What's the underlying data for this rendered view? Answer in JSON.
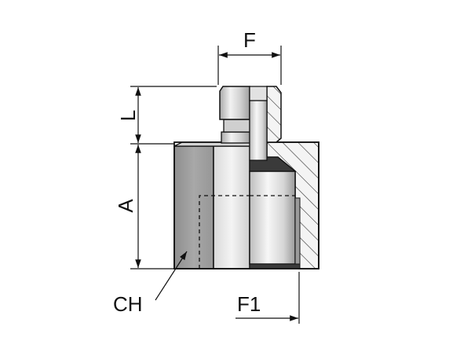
{
  "labels": {
    "F": "F",
    "L": "L",
    "A": "A",
    "CH": "CH",
    "F1": "F1"
  },
  "colors": {
    "line": "#111111",
    "metal_light": "#e7e7e7",
    "metal_mid": "#c9c9c9",
    "metal_dark": "#8d8d8d",
    "section_fill": "#f2f2f2",
    "seal_dark": "#3a3a3a",
    "hatch": "#333333"
  }
}
